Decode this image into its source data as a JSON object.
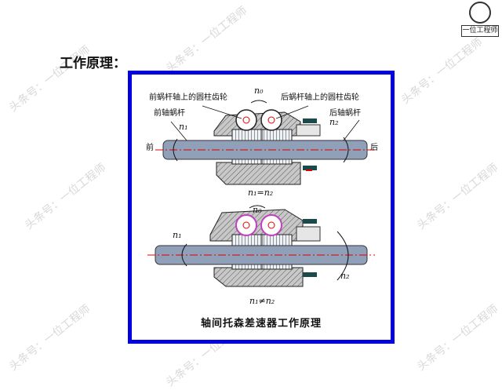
{
  "logo": {
    "caption": "一位工程师"
  },
  "heading": "工作原理：",
  "watermark": "头条号：一位工程师",
  "figure": {
    "caption": "轴间托森差速器工作原理",
    "top": {
      "label_front_gear": "前蜗杆轴上的圆柱齿轮",
      "label_rear_gear": "后蜗杆轴上的圆柱齿轮",
      "label_front_worm": "前轴蜗杆",
      "label_rear_worm": "后轴蜗杆",
      "front": "前",
      "rear": "后",
      "n0": "n₀",
      "n1": "n₁",
      "n2": "n₂",
      "relation": "n₁=n₂"
    },
    "bottom": {
      "n0": "n₀",
      "n1": "n₁",
      "n2": "n₂",
      "relation": "n₁≠n₂"
    }
  },
  "colors": {
    "frame": "#0000e0",
    "shaft": "#8fa0b8",
    "housing": "#b0b0b0",
    "red": "#e00000",
    "dark": "#1a4a4a"
  }
}
